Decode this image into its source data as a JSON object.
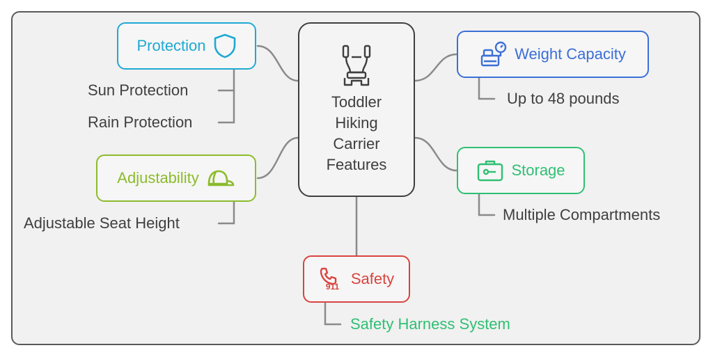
{
  "center": {
    "title": "Toddler Hiking Carrier Features",
    "icon": "baby-carrier-icon"
  },
  "colors": {
    "protection": "#1fa9d3",
    "weight": "#3b6fd6",
    "adjustability": "#8cbb2c",
    "storage": "#2fbf73",
    "safety": "#d9443f",
    "text": "#3f3f3f",
    "connector": "#8a8a8a"
  },
  "nodes": {
    "protection": {
      "label": "Protection",
      "icon": "shield-icon",
      "subs": [
        "Sun Protection",
        "Rain Protection"
      ]
    },
    "weight": {
      "label": "Weight Capacity",
      "icon": "weight-scale-icon",
      "subs": [
        "Up to 48 pounds"
      ]
    },
    "adjustability": {
      "label": "Adjustability",
      "icon": "cap-icon",
      "subs": [
        "Adjustable Seat Height"
      ]
    },
    "storage": {
      "label": "Storage",
      "icon": "suitcase-icon",
      "subs": [
        "Multiple Compartments"
      ]
    },
    "safety": {
      "label": "Safety",
      "icon": "emergency-phone-icon",
      "icon_text": "911",
      "subs": [
        "Safety Harness System"
      ]
    }
  }
}
